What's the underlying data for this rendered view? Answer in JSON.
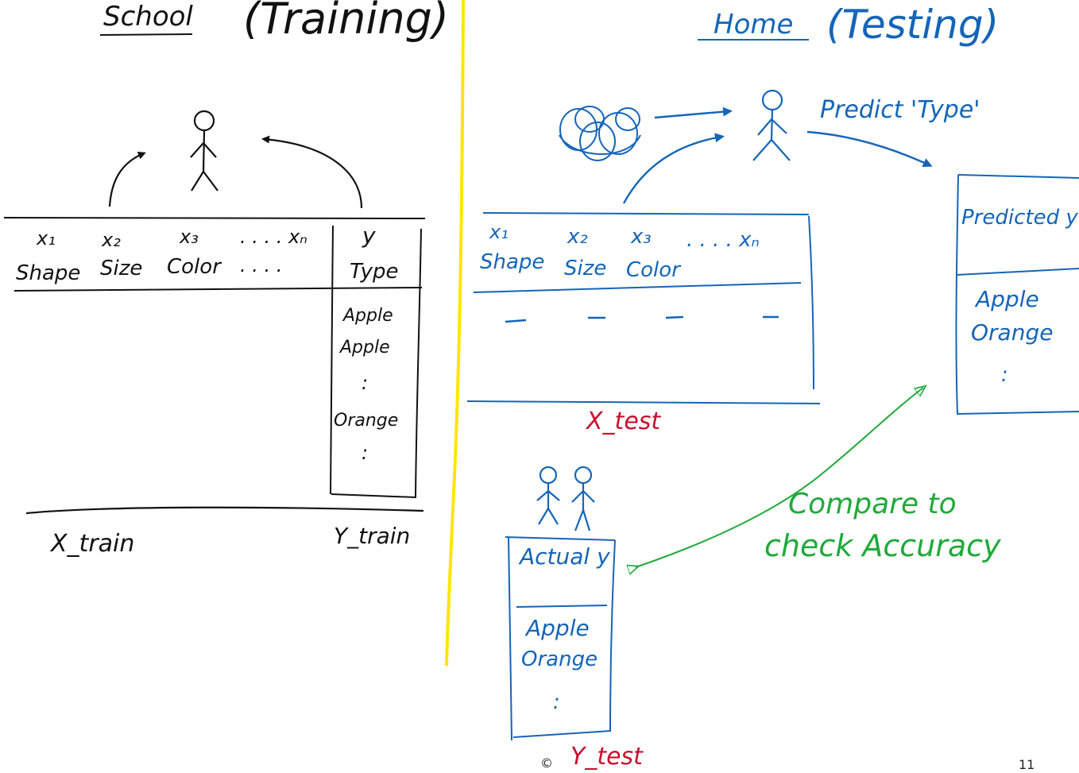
{
  "training": {
    "heading": "School",
    "heading_paren": "(Training)",
    "features": [
      {
        "var": "x₁",
        "name": "Shape"
      },
      {
        "var": "x₂",
        "name": "Size"
      },
      {
        "var": "x₃",
        "name": "Color"
      },
      {
        "var": ". . . . xₙ",
        "name": ". . . ."
      }
    ],
    "target": {
      "var": "y",
      "name": "Type"
    },
    "target_values": [
      "Apple",
      "Apple",
      ":",
      "Orange",
      ":"
    ],
    "x_label": "X_train",
    "y_label": "Y_train"
  },
  "testing": {
    "heading": "Home",
    "heading_paren": "(Testing)",
    "predict_label": "Predict 'Type'",
    "features": [
      {
        "var": "x₁",
        "name": "Shape"
      },
      {
        "var": "x₂",
        "name": "Size"
      },
      {
        "var": "x₃",
        "name": "Color"
      },
      {
        "var": ". . . . xₙ",
        "name": ""
      }
    ],
    "x_label": "X_test",
    "predicted_header": "Predicted y",
    "predicted_values": [
      "Apple",
      "Orange",
      ":"
    ],
    "actual_header": "Actual y",
    "actual_values": [
      "Apple",
      "Orange",
      ":"
    ],
    "y_label": "Y_test",
    "compare_line1": "Compare to",
    "compare_line2": "check Accuracy"
  },
  "footer": {
    "copyright": "©",
    "page_number": "11"
  },
  "colors": {
    "ink": "#111111",
    "blue": "#1565b8",
    "red": "#c8102e",
    "green": "#1faa3a",
    "divider": "#ffe600"
  }
}
